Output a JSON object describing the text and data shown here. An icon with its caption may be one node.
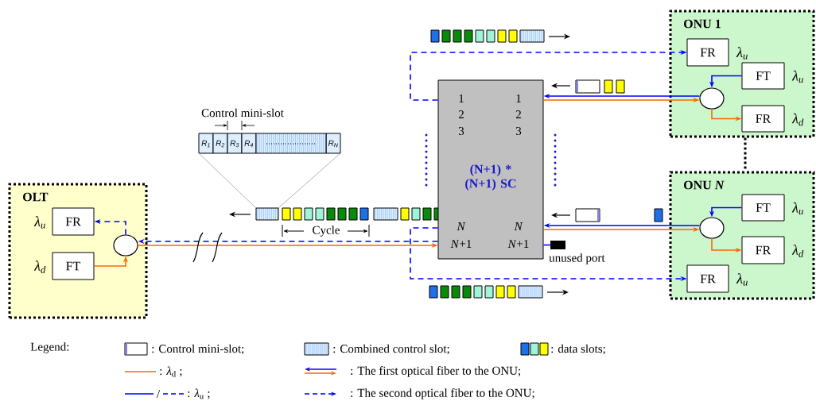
{
  "diagram": {
    "nodes": [
      {
        "text": [
          "OLT"
        ]
      },
      {
        "text": [
          "FR"
        ],
        "in": 0,
        "beside": [
          "λ$_{u}$"
        ]
      },
      {
        "text": [
          "FT"
        ],
        "in": 0,
        "beside": [
          "λ$_{d}$"
        ]
      },
      {
        "text": [],
        "shape": "circle",
        "in": 0
      },
      {
        "text": [
          "1",
          "1",
          "2",
          "2",
          "3",
          "3",
          "(N+1) * (N+1) SC",
          "*N*",
          "*N*",
          "*N*+1",
          "*N*+1"
        ]
      },
      {
        "text": [
          "ONU 1"
        ]
      },
      {
        "text": [
          "FR"
        ],
        "in": 5,
        "beside": [
          "λ$_{u}$"
        ]
      },
      {
        "text": [
          "FT"
        ],
        "in": 5,
        "beside": [
          "λ$_{u}$"
        ]
      },
      {
        "text": [],
        "shape": "circle",
        "in": 5
      },
      {
        "text": [
          "FR"
        ],
        "in": 5,
        "beside": [
          "λ$_{d}$"
        ]
      },
      {
        "text": [
          "ONU *N*"
        ]
      },
      {
        "text": [
          "FT"
        ],
        "in": 10,
        "beside": [
          "λ$_{u}$"
        ]
      },
      {
        "text": [],
        "shape": "circle",
        "in": 10
      },
      {
        "text": [
          "FR"
        ],
        "in": 10,
        "beside": [
          "λ$_{d}$"
        ]
      },
      {
        "text": [
          "FR"
        ],
        "in": 10,
        "beside": [
          "λ$_{u}$"
        ]
      },
      {
        "text": [],
        "shape": "bar",
        "beside": [
          "unused port"
        ]
      }
    ],
    "edges": [
      {
        "from": 2,
        "to": 3,
        "arrow": "to",
        "color": "#ff6600"
      },
      {
        "from": 3,
        "to": 1,
        "arrow": "to",
        "style": "dashed"
      },
      {
        "from": 3,
        "to": 4,
        "arrow": "to",
        "color": "#ff6600"
      },
      {
        "from": 4,
        "to": 3,
        "arrow": "to",
        "style": "dashed"
      },
      {
        "from": 4,
        "to": 6,
        "arrow": "to",
        "style": "dashed"
      },
      {
        "from": 4,
        "to": 14,
        "arrow": "to",
        "style": "dashed"
      },
      {
        "from": 8,
        "to": 4,
        "arrow": "to"
      },
      {
        "from": 4,
        "to": 8,
        "arrow": "to",
        "color": "#ff6600"
      },
      {
        "from": 7,
        "to": 8,
        "arrow": "to"
      },
      {
        "from": 8,
        "to": 9,
        "arrow": "to",
        "color": "#ff6600"
      },
      {
        "from": 12,
        "to": 4,
        "arrow": "to"
      },
      {
        "from": 4,
        "to": 12,
        "arrow": "to",
        "color": "#ff6600"
      },
      {
        "from": 11,
        "to": 12,
        "arrow": "to"
      },
      {
        "from": 12,
        "to": 13,
        "arrow": "to",
        "color": "#ff6600"
      },
      {
        "from": 4,
        "to": 15,
        "arrow": "none"
      },
      {
        "from": 5,
        "to": 10,
        "arrow": "none",
        "style": "dashed",
        "color": "#000000"
      }
    ],
    "labels": [
      "Control mini-slot",
      "R$_{1}$",
      "R$_{2}$",
      "R$_{3}$",
      "R$_{4}$",
      "R$_{N}$",
      "Cycle",
      "Legend:",
      "/"
    ],
    "legend": [
      {
        "text": ": Control mini-slot;"
      },
      {
        "text": ": Combined control slot;"
      },
      {
        "text": ": data slots;"
      },
      {
        "text": ": *λ*$_{d}$ ;"
      },
      {
        "text": ": The first optical fiber to the ONU;"
      },
      {
        "text": ": *λ*$_{u}$ ;"
      },
      {
        "text": ": The second optical fiber to the ONU;"
      }
    ]
  }
}
